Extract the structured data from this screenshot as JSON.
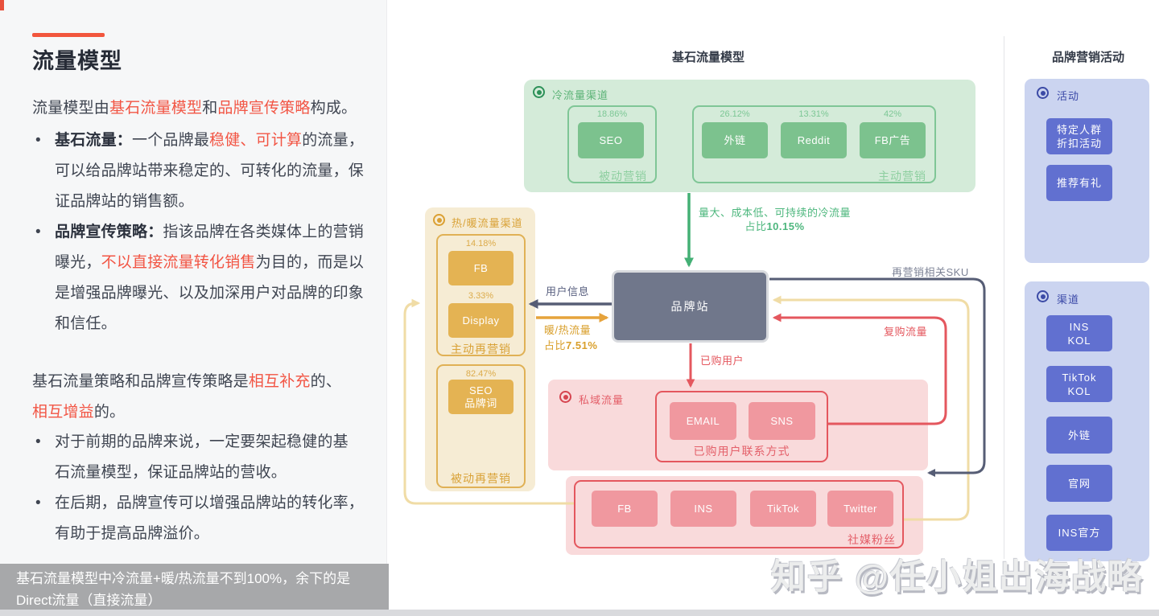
{
  "left": {
    "title": "流量模型",
    "p1": {
      "s1": "流量模型由",
      "r1": "基石流量模型",
      "s2": "和",
      "r2": "品牌宣传策略",
      "s3": "构成。"
    },
    "b1": {
      "bold": "基石流量：",
      "s1": "一个品牌最",
      "r1": "稳健、可计算",
      "s2": "的流量，可以给品牌站带来稳定的、可转化的流量，保证品牌站的销售额。"
    },
    "b2": {
      "bold": "品牌宣传策略：",
      "s1": "指该品牌在各类媒体上的营销曝光，",
      "r1": "不以直接流量转化销售",
      "s2": "为目的，而是以是增强品牌曝光、以及加深用户对品牌的印象和信任。"
    },
    "p2": {
      "s1": "基石流量策略和品牌宣传策略是",
      "r1": "相互补充",
      "s2": "的、",
      "r2": "相互增益",
      "s3": "的。"
    },
    "b3": "对于前期的品牌来说，一定要架起稳健的基石流量模型，保证品牌站的营收。",
    "b4": "在后期，品牌宣传可以增强品牌站的转化率，有助于提高品牌溢价。",
    "note": "基石流量模型中冷流量+暖/热流量不到100%，余下的是Direct流量（直接流量）"
  },
  "diagram": {
    "title": "基石流量模型",
    "cold": {
      "label": "冷流量渠道",
      "passive": {
        "percent": "18.86%",
        "name": "SEO",
        "caption": "被动营销"
      },
      "active": {
        "p1": "26.12%",
        "n1": "外链",
        "p2": "13.31%",
        "n2": "Reddit",
        "p3": "42%",
        "n3": "FB广告",
        "caption": "主动营销"
      }
    },
    "cold_arrow_l1": "量大、成本低、可持续的冷流量",
    "cold_arrow_l2a": "占比",
    "cold_arrow_l2b": "10.15%",
    "warm": {
      "label": "热/暖流量渠道",
      "active": {
        "p1": "14.18%",
        "n1": "FB",
        "p2": "3.33%",
        "n2": "Display",
        "caption": "主动再营销"
      },
      "passive": {
        "p1": "82.47%",
        "n1": "SEO\n品牌词",
        "caption": "被动再营销"
      }
    },
    "brand_site": "品牌站",
    "lbl_user_info": "用户信息",
    "lbl_warm1": "暖/热流量",
    "lbl_warm2a": "占比",
    "lbl_warm2b": "7.51%",
    "lbl_purchased": "已购用户",
    "lbl_repurchase": "复购流量",
    "lbl_sku": "再营销相关SKU",
    "private": {
      "label": "私域流量",
      "contact": {
        "n1": "EMAIL",
        "n2": "SNS",
        "caption": "已购用户联系方式"
      },
      "social": {
        "n1": "FB",
        "n2": "INS",
        "n3": "TikTok",
        "n4": "Twitter",
        "caption": "社媒粉丝"
      }
    }
  },
  "right": {
    "title": "品牌营销活动",
    "g1": {
      "label": "活动",
      "b1": "特定人群\n折扣活动",
      "b2": "推荐有礼"
    },
    "g2": {
      "label": "渠道",
      "b1": "INS\nKOL",
      "b2": "TikTok\nKOL",
      "b3": "外链",
      "b4": "官网",
      "b5": "INS官方"
    }
  },
  "watermark": "知乎 @任小姐出海战略",
  "colors": {
    "accent": "#f2563d",
    "red_text": "#f25544",
    "green": "#7cc28e",
    "amber": "#e4b353",
    "red": "#e4575e",
    "indigo": "#6170d0",
    "slate": "#596080",
    "brand_site_bg": "#70778b"
  }
}
